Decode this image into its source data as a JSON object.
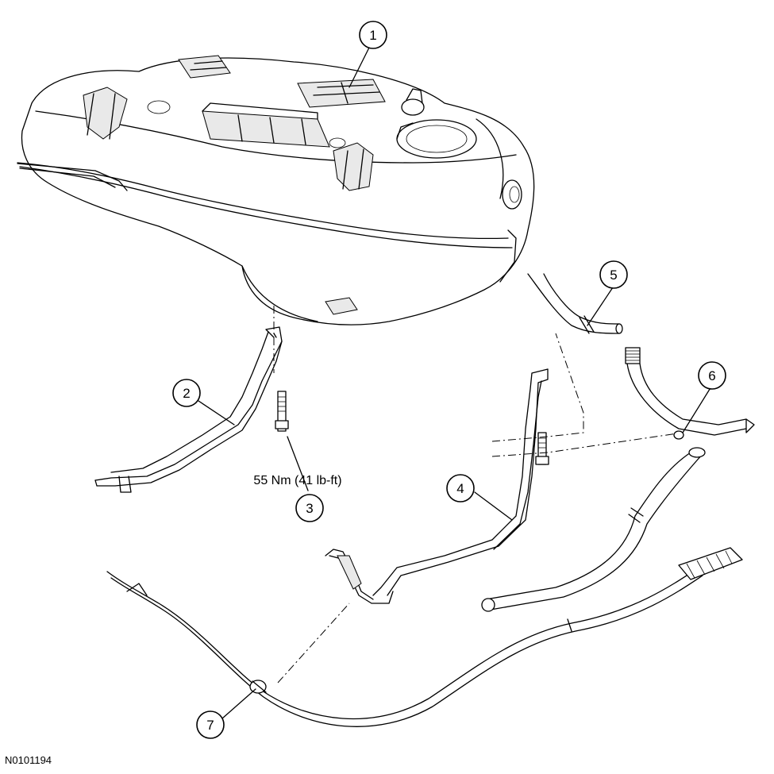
{
  "callouts": [
    {
      "id": "1",
      "label": "1"
    },
    {
      "id": "2",
      "label": "2"
    },
    {
      "id": "3",
      "label": "3"
    },
    {
      "id": "4",
      "label": "4"
    },
    {
      "id": "5",
      "label": "5"
    },
    {
      "id": "6",
      "label": "6"
    },
    {
      "id": "7",
      "label": "7"
    }
  ],
  "torque_spec": "55 Nm (41 lb-ft)",
  "figure_id": "N0101194"
}
